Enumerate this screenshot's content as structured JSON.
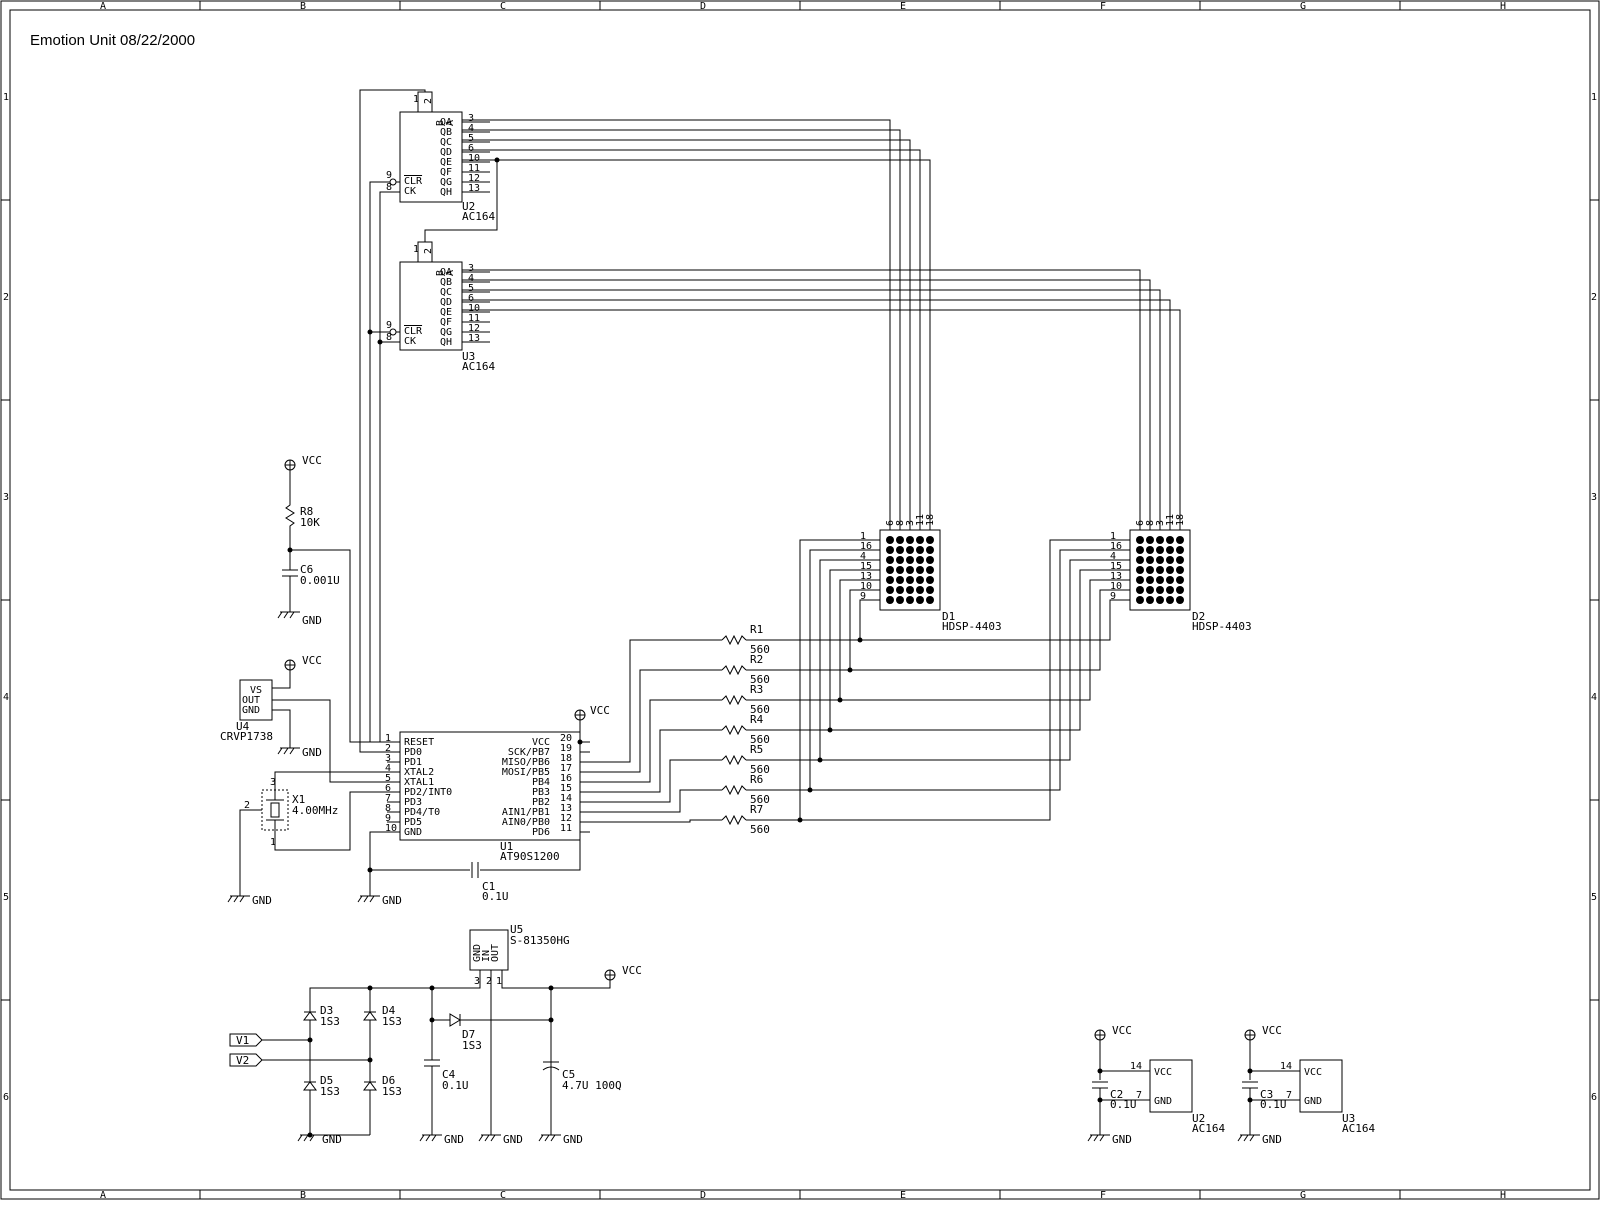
{
  "title": "Emotion Unit 08/22/2000",
  "frame": {
    "cols": [
      "A",
      "B",
      "C",
      "D",
      "E",
      "F",
      "G",
      "H"
    ],
    "rows": [
      "1",
      "2",
      "3",
      "4",
      "5",
      "6"
    ]
  },
  "shift_registers": [
    {
      "ref": "U2",
      "part": "AC164",
      "pin1": "1",
      "pin2": "2",
      "in_a": "A",
      "in_b": "B",
      "outs": [
        [
          "QA",
          "3"
        ],
        [
          "QB",
          "4"
        ],
        [
          "QC",
          "5"
        ],
        [
          "QD",
          "6"
        ],
        [
          "QE",
          "10"
        ],
        [
          "QF",
          "11"
        ],
        [
          "QG",
          "12"
        ],
        [
          "QH",
          "13"
        ]
      ],
      "clr": "CLR",
      "ck": "CK",
      "clr_pin": "9",
      "ck_pin": "8"
    },
    {
      "ref": "U3",
      "part": "AC164",
      "pin1": "1",
      "pin2": "2",
      "in_a": "A",
      "in_b": "B",
      "outs": [
        [
          "QA",
          "3"
        ],
        [
          "QB",
          "4"
        ],
        [
          "QC",
          "5"
        ],
        [
          "QD",
          "6"
        ],
        [
          "QE",
          "10"
        ],
        [
          "QF",
          "11"
        ],
        [
          "QG",
          "12"
        ],
        [
          "QH",
          "13"
        ]
      ],
      "clr": "CLR",
      "ck": "CK",
      "clr_pin": "9",
      "ck_pin": "8"
    }
  ],
  "mcu": {
    "ref": "U1",
    "part": "AT90S1200",
    "left": [
      [
        "1",
        "RESET"
      ],
      [
        "2",
        "PD0"
      ],
      [
        "3",
        "PD1"
      ],
      [
        "4",
        "XTAL2"
      ],
      [
        "5",
        "XTAL1"
      ],
      [
        "6",
        "PD2/INT0"
      ],
      [
        "7",
        "PD3"
      ],
      [
        "8",
        "PD4/T0"
      ],
      [
        "9",
        "PD5"
      ],
      [
        "10",
        "GND"
      ]
    ],
    "right": [
      [
        "20",
        "VCC"
      ],
      [
        "19",
        "SCK/PB7"
      ],
      [
        "18",
        "MISO/PB6"
      ],
      [
        "17",
        "MOSI/PB5"
      ],
      [
        "16",
        "PB4"
      ],
      [
        "15",
        "PB3"
      ],
      [
        "14",
        "PB2"
      ],
      [
        "13",
        "AIN1/PB1"
      ],
      [
        "12",
        "AIN0/PB0"
      ],
      [
        "11",
        "PD6"
      ]
    ]
  },
  "displays": [
    {
      "ref": "D1",
      "part": "HDSP-4403",
      "top_pins": [
        "6",
        "8",
        "3",
        "11",
        "18"
      ],
      "left_pins": [
        "1",
        "16",
        "4",
        "15",
        "13",
        "10",
        "9"
      ]
    },
    {
      "ref": "D2",
      "part": "HDSP-4403",
      "top_pins": [
        "6",
        "8",
        "3",
        "11",
        "18"
      ],
      "left_pins": [
        "1",
        "16",
        "4",
        "15",
        "13",
        "10",
        "9"
      ]
    }
  ],
  "resistors": [
    {
      "ref": "R1",
      "value": "560"
    },
    {
      "ref": "R2",
      "value": "560"
    },
    {
      "ref": "R3",
      "value": "560"
    },
    {
      "ref": "R4",
      "value": "560"
    },
    {
      "ref": "R5",
      "value": "560"
    },
    {
      "ref": "R6",
      "value": "560"
    },
    {
      "ref": "R7",
      "value": "560"
    }
  ],
  "reset": {
    "r_ref": "R8",
    "r_value": "10K",
    "c_ref": "C6",
    "c_value": "0.001U"
  },
  "sensor": {
    "ref": "U4",
    "part": "CRVP1738",
    "pins": [
      "VS",
      "OUT",
      "GND"
    ]
  },
  "crystal": {
    "ref": "X1",
    "value": "4.00MHz",
    "pin_top": "3",
    "pin_left": "2",
    "pin_bottom": "1"
  },
  "c1": {
    "ref": "C1",
    "value": "0.1U"
  },
  "regulator": {
    "ref": "U5",
    "part": "S-81350HG",
    "pins": [
      "OUT",
      "IN",
      "GND"
    ],
    "pin_nums": [
      "3",
      "2",
      "1"
    ]
  },
  "diodes": [
    {
      "ref": "D3",
      "part": "1S3"
    },
    {
      "ref": "D4",
      "part": "1S3"
    },
    {
      "ref": "D5",
      "part": "1S3"
    },
    {
      "ref": "D6",
      "part": "1S3"
    },
    {
      "ref": "D7",
      "part": "1S3"
    }
  ],
  "c4": {
    "ref": "C4",
    "value": "0.1U"
  },
  "c5": {
    "ref": "C5",
    "value": "4.7U 100Q"
  },
  "inputs": [
    "V1",
    "V2"
  ],
  "decoupling": [
    {
      "c_ref": "C2",
      "c_value": "0.1U",
      "vcc_pin": "14",
      "gnd_pin": "7",
      "chip": "U2",
      "part": "AC164",
      "vcc": "VCC",
      "gnd": "GND"
    },
    {
      "c_ref": "C3",
      "c_value": "0.1U",
      "vcc_pin": "14",
      "gnd_pin": "7",
      "chip": "U3",
      "part": "AC164",
      "vcc": "VCC",
      "gnd": "GND"
    }
  ],
  "nets": {
    "vcc": "VCC",
    "gnd": "GND"
  }
}
